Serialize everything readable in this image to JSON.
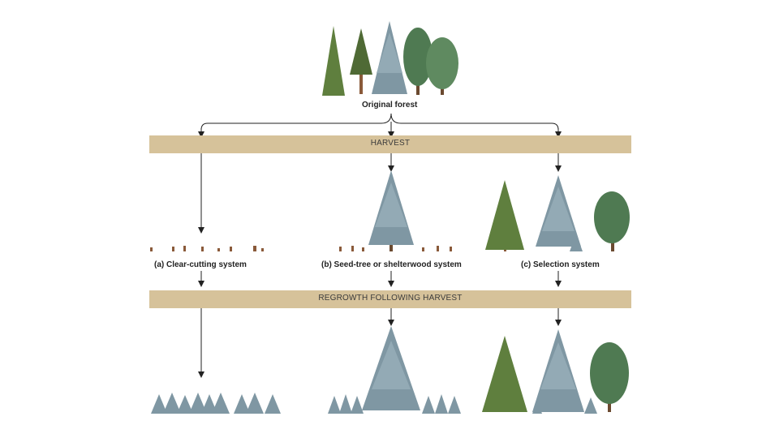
{
  "original_label": "Original forest",
  "harvest_label": "HARVEST",
  "regrowth_label": "REGROWTH FOLLOWING HARVEST",
  "systems": [
    {
      "label": "(a) Clear-cutting system"
    },
    {
      "label": "(b) Seed-tree or shelterwood system"
    },
    {
      "label": "(c) Selection system"
    }
  ],
  "colors": {
    "band": "#d6c29a",
    "spruce_blue": "#7f97a3",
    "pine_green": "#5f7f3e",
    "broadleaf_green": "#4f7a52",
    "trunk": "#8a5a3a"
  }
}
